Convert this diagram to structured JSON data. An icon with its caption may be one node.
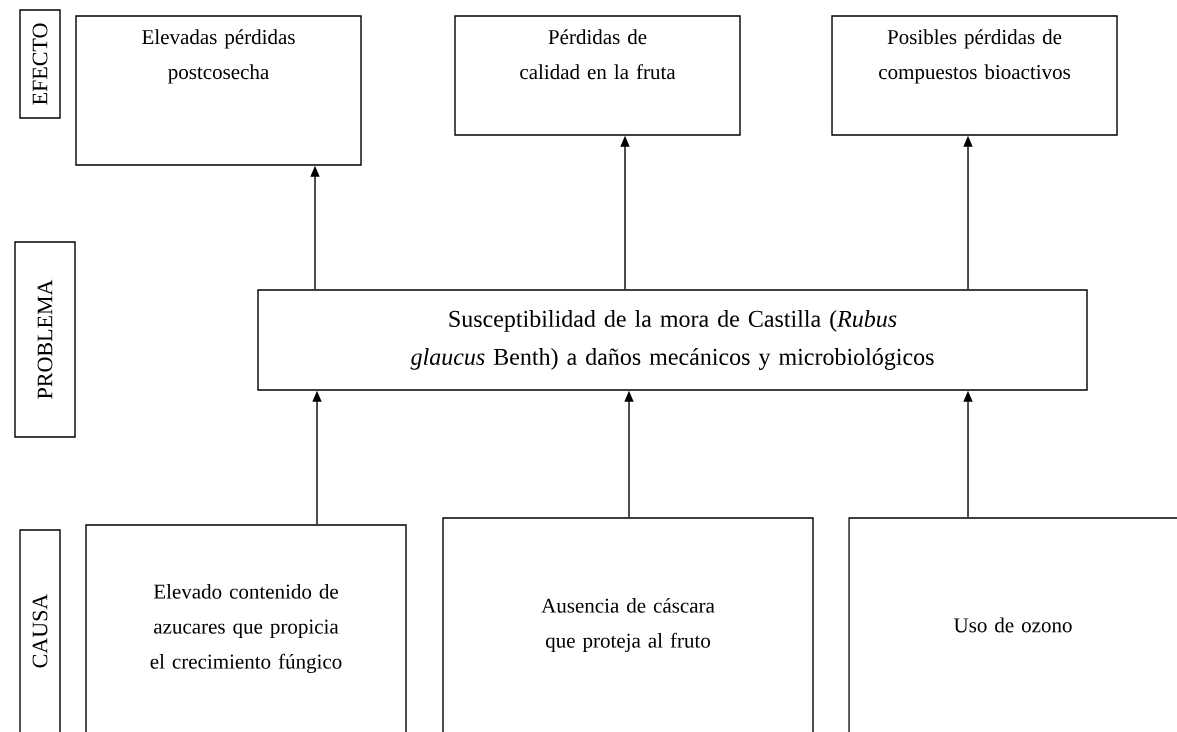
{
  "diagram": {
    "nodes": [
      {
        "text": [
          "EFECTO"
        ]
      },
      {
        "text": [
          "Elevadas pérdidas postcosecha"
        ]
      },
      {
        "text": [
          "Pérdidas de calidad en la fruta"
        ]
      },
      {
        "text": [
          "Posibles pérdidas de compuestos bioactivos"
        ]
      },
      {
        "text": [
          "PROBLEMA"
        ]
      },
      {
        "text": [
          "Susceptibilidad de la mora de Castilla (*Rubus glaucus* Benth) a daños mecánicos y microbiológicos"
        ]
      },
      {
        "text": [
          "CAUSA"
        ]
      },
      {
        "text": [
          "Elevado contenido de azucares que propicia el crecimiento fúngico"
        ]
      },
      {
        "text": [
          "Ausencia de cáscara que proteja al fruto"
        ]
      },
      {
        "text": [
          "Uso de ozono"
        ]
      }
    ],
    "edges": [
      {
        "from": 5,
        "to": 1,
        "arrow": "to"
      },
      {
        "from": 5,
        "to": 2,
        "arrow": "to"
      },
      {
        "from": 5,
        "to": 3,
        "arrow": "to"
      },
      {
        "from": 7,
        "to": 5,
        "arrow": "to"
      },
      {
        "from": 8,
        "to": 5,
        "arrow": "to"
      },
      {
        "from": 9,
        "to": 5,
        "arrow": "to"
      }
    ]
  }
}
